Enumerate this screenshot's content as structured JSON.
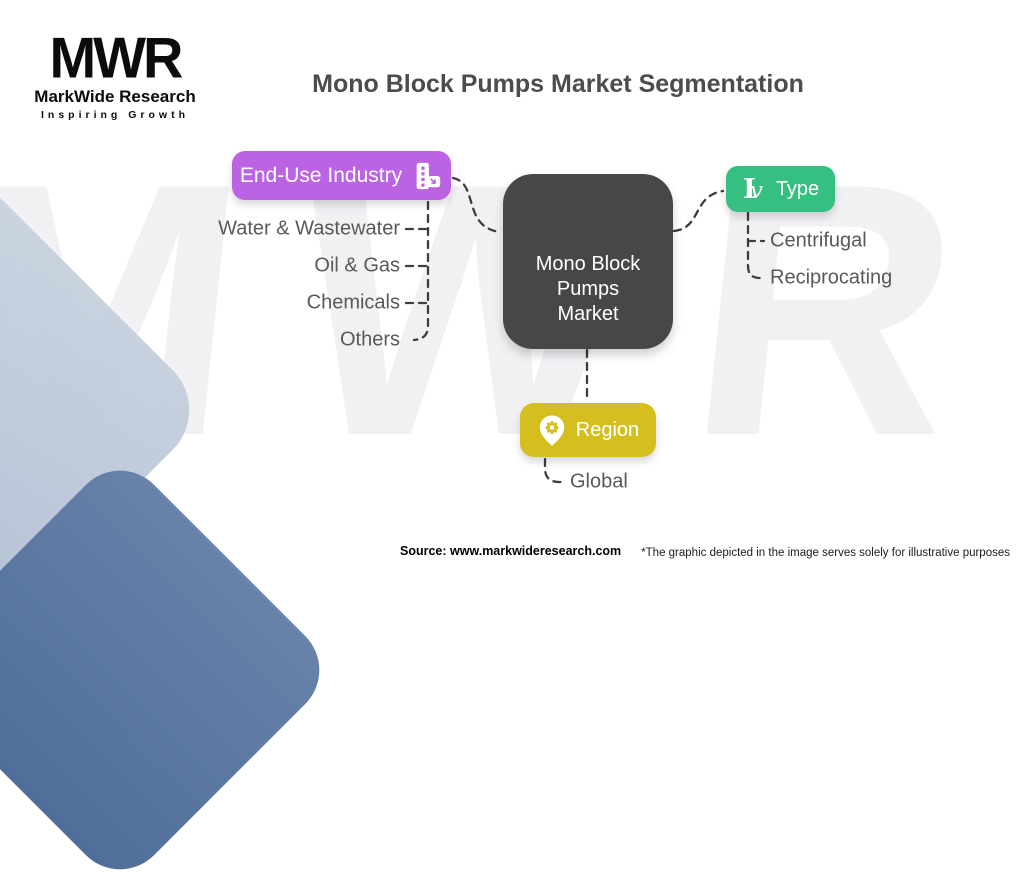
{
  "brand": {
    "logo_acronym": "MWR",
    "logo_name": "MarkWide Research",
    "logo_tagline": "Inspiring Growth"
  },
  "title": "Mono Block Pumps Market Segmentation",
  "watermark": "MWR",
  "colors": {
    "end_use_industry": "#bb63e2",
    "type": "#35bf80",
    "region": "#d4bf1e",
    "center_box": "#474747",
    "connector": "#3d3d3d",
    "decor_light": "#aebdd2",
    "decor_dark": "#5d79a2"
  },
  "diagram": {
    "center": {
      "label": "Mono Block Pumps Market",
      "lines": [
        "Mono Block",
        "Pumps",
        "Market"
      ]
    },
    "branches": [
      {
        "id": "end-use-industry",
        "label": "End-Use Industry",
        "icon": "factory-icon",
        "items": [
          "Water & Wastewater",
          "Oil & Gas",
          "Chemicals",
          "Others"
        ]
      },
      {
        "id": "type",
        "label": "Type",
        "icon": "typography-icon",
        "items": [
          "Centrifugal",
          "Reciprocating"
        ]
      },
      {
        "id": "region",
        "label": "Region",
        "icon": "map-pin-icon",
        "items": [
          "Global"
        ]
      }
    ]
  },
  "footer": {
    "source": "Source: www.markwideresearch.com",
    "disclaimer": "*The graphic depicted in the image serves solely for illustrative purposes"
  }
}
